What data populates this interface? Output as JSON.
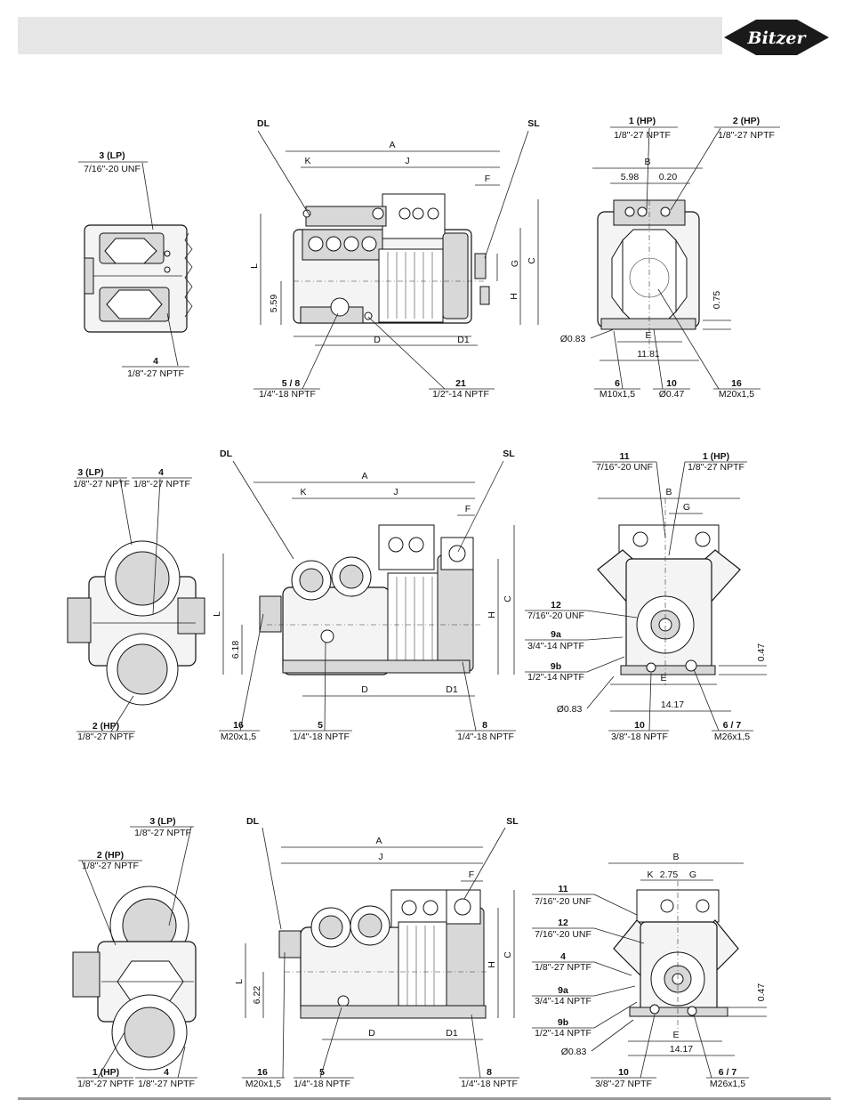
{
  "brand": "Bitzer",
  "rows": [
    {
      "left": {
        "c1": {
          "num": "3 (LP)",
          "thread": "7/16\"-20 UNF"
        },
        "c2": {
          "num": "4",
          "thread": "1/8\"-27 NPTF"
        }
      },
      "center": {
        "DL": "DL",
        "SL": "SL",
        "A": "A",
        "K": "K",
        "J": "J",
        "F": "F",
        "G": "G",
        "C": "C",
        "H": "H",
        "L": "L",
        "D": "D",
        "D1": "D1",
        "h": "5.59",
        "c1": {
          "num": "5 / 8",
          "thread": "1/4\"-18 NPTF"
        },
        "c2": {
          "num": "21",
          "thread": "1/2\"-14 NPTF"
        }
      },
      "right": {
        "c1": {
          "num": "1 (HP)",
          "thread": "1/8\"-27 NPTF"
        },
        "c2": {
          "num": "2 (HP)",
          "thread": "1/8\"-27 NPTF"
        },
        "B": "B",
        "d1": "5.98",
        "d2": "0.20",
        "d3": "0.75",
        "dia": "Ø0.83",
        "E": "E",
        "w": "11.81",
        "c3": {
          "num": "6",
          "thread": "M10x1,5"
        },
        "c4": {
          "num": "10",
          "thread": "Ø0.47"
        },
        "c5": {
          "num": "16",
          "thread": "M20x1,5"
        }
      }
    },
    {
      "left": {
        "c1": {
          "num": "3 (LP)",
          "thread": "1/8\"-27 NPTF"
        },
        "c2": {
          "num": "4",
          "thread": "1/8\"-27 NPTF"
        },
        "c3": {
          "num": "2 (HP)",
          "thread": "1/8\"-27 NPTF"
        }
      },
      "center": {
        "DL": "DL",
        "SL": "SL",
        "A": "A",
        "K": "K",
        "J": "J",
        "F": "F",
        "C": "C",
        "H": "H",
        "L": "L",
        "D": "D",
        "D1": "D1",
        "h": "6.18",
        "c1": {
          "num": "16",
          "thread": "M20x1,5"
        },
        "c2": {
          "num": "5",
          "thread": "1/4\"-18 NPTF"
        },
        "c3": {
          "num": "8",
          "thread": "1/4\"-18 NPTF"
        }
      },
      "right": {
        "c1": {
          "num": "11",
          "thread": "7/16\"-20 UNF"
        },
        "c2": {
          "num": "1 (HP)",
          "thread": "1/8\"-27 NPTF"
        },
        "B": "B",
        "G": "G",
        "c3": {
          "num": "12",
          "thread": "7/16\"-20 UNF"
        },
        "c4": {
          "num": "9a",
          "thread": "3/4\"-14 NPTF"
        },
        "c5": {
          "num": "9b",
          "thread": "1/2\"-14 NPTF"
        },
        "d3": "0.47",
        "E": "E",
        "dia": "Ø0.83",
        "w": "14.17",
        "c6": {
          "num": "10",
          "thread": "3/8\"-18 NPTF"
        },
        "c7": {
          "num": "6 / 7",
          "thread": "M26x1,5"
        }
      }
    },
    {
      "left": {
        "c1": {
          "num": "3 (LP)",
          "thread": "1/8\"-27 NPTF"
        },
        "c2": {
          "num": "2 (HP)",
          "thread": "1/8\"-27 NPTF"
        },
        "c3": {
          "num": "1 (HP)",
          "thread": "1/8\"-27 NPTF"
        },
        "c4": {
          "num": "4",
          "thread": "1/8\"-27 NPTF"
        }
      },
      "center": {
        "DL": "DL",
        "SL": "SL",
        "A": "A",
        "J": "J",
        "F": "F",
        "C": "C",
        "H": "H",
        "L": "L",
        "D": "D",
        "D1": "D1",
        "h": "6.22",
        "c1": {
          "num": "16",
          "thread": "M20x1,5"
        },
        "c2": {
          "num": "5",
          "thread": "1/4\"-18 NPTF"
        },
        "c3": {
          "num": "8",
          "thread": "1/4\"-18 NPTF"
        }
      },
      "right": {
        "B": "B",
        "K": "K",
        "d1": "2.75",
        "G": "G",
        "c1": {
          "num": "11",
          "thread": "7/16\"-20 UNF"
        },
        "c2": {
          "num": "12",
          "thread": "7/16\"-20 UNF"
        },
        "c3": {
          "num": "4",
          "thread": "1/8\"-27 NPTF"
        },
        "c4": {
          "num": "9a",
          "thread": "3/4\"-14 NPTF"
        },
        "c5": {
          "num": "9b",
          "thread": "1/2\"-14 NPTF"
        },
        "d3": "0.47",
        "dia": "Ø0.83",
        "E": "E",
        "w": "14.17",
        "c6": {
          "num": "10",
          "thread": "3/8\"-27 NPTF"
        },
        "c7": {
          "num": "6 / 7",
          "thread": "M26x1,5"
        }
      }
    }
  ]
}
